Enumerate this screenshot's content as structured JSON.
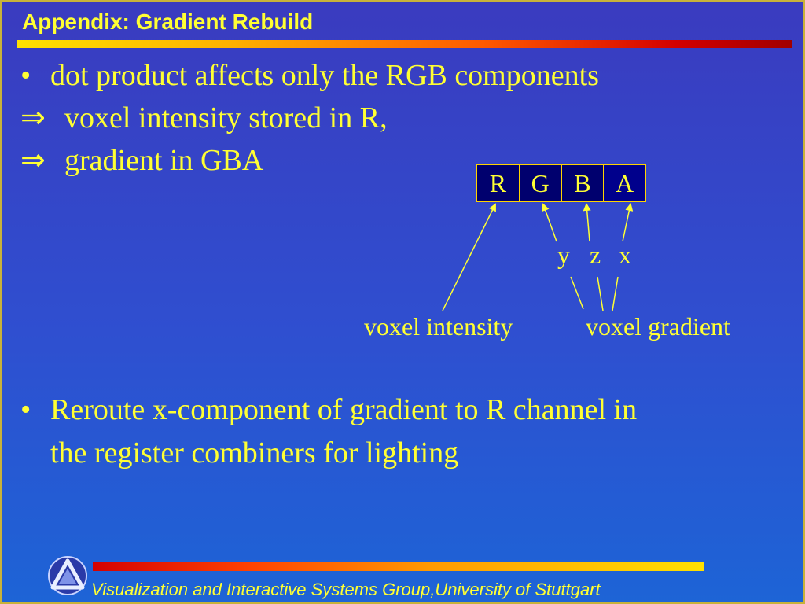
{
  "slide": {
    "title": "Appendix: Gradient Rebuild",
    "bullet1": {
      "marker": "•",
      "text": "dot product affects only the RGB components"
    },
    "implication1": {
      "symbol": "⇒",
      "text": "voxel intensity stored in R,"
    },
    "implication2": {
      "symbol": "⇒",
      "text": "gradient in GBA"
    },
    "register": {
      "cells": [
        "R",
        "G",
        "B",
        "A"
      ]
    },
    "components": {
      "y": "y",
      "z": "z",
      "x": "x"
    },
    "labels": {
      "intensity": "voxel intensity",
      "gradient": "voxel gradient"
    },
    "bullet2": {
      "marker": "•",
      "line1": "Reroute x-component of gradient to R channel in",
      "line2": "the register combiners for lighting"
    }
  },
  "footer": {
    "text": "Visualization and Interactive Systems Group,University of Stuttgart",
    "logo_icon": "triangle-logo-icon"
  },
  "colors": {
    "text": "#ffff33",
    "background_top": "#3a3bbf",
    "background_bottom": "#1d64d6",
    "register_cell": "#00006e"
  }
}
